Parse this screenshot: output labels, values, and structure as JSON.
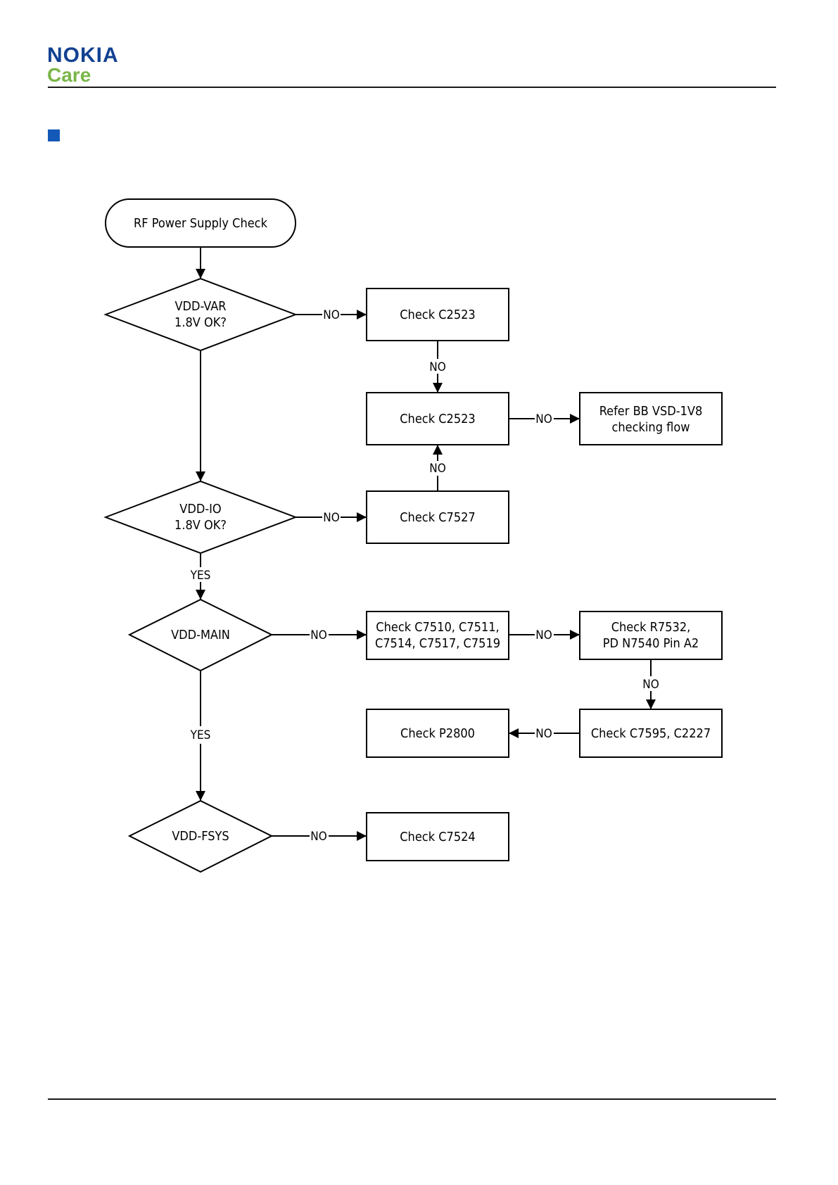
{
  "header": {
    "brand": "NOKIA",
    "sub_brand": "Care",
    "colors": {
      "brand": "#124191",
      "sub_brand": "#7ab648",
      "marker": "#1458b8"
    }
  },
  "flowchart": {
    "start": {
      "label": "RF Power Supply Check"
    },
    "decisions": {
      "vdd_var": {
        "line1": "VDD-VAR",
        "line2": "1.8V OK?"
      },
      "vdd_io": {
        "line1": "VDD-IO",
        "line2": "1.8V OK?"
      },
      "vdd_main": {
        "label": "VDD-MAIN"
      },
      "vdd_fsys": {
        "label": "VDD-FSYS"
      }
    },
    "boxes": {
      "check_c2523_a": {
        "label": "Check C2523"
      },
      "check_c2523_b": {
        "label": "Check C2523"
      },
      "refer_bb": {
        "line1": "Refer BB VSD-1V8",
        "line2": "checking flow"
      },
      "check_c7527": {
        "label": "Check C7527"
      },
      "check_c7510": {
        "line1": "Check C7510, C7511,",
        "line2": "C7514, C7517, C7519"
      },
      "check_r7532": {
        "line1": "Check R7532,",
        "line2": "PD N7540 Pin A2"
      },
      "check_p2800": {
        "label": "Check P2800"
      },
      "check_c7595": {
        "label": "Check C7595, C2227"
      },
      "check_c7524": {
        "label": "Check C7524"
      }
    },
    "edge_labels": {
      "no": "NO",
      "yes": "YES"
    }
  }
}
